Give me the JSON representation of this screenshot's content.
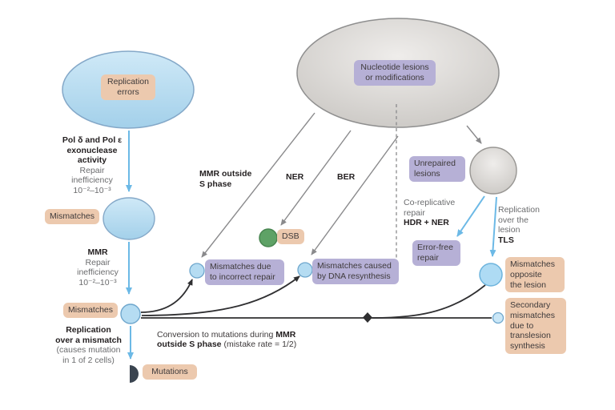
{
  "colors": {
    "tan_box": "#ecc9ae",
    "purple_box": "#b6b0d6",
    "blue_node_fill": "#b5dcf2",
    "blue_node_stroke": "#6fa7cd",
    "gray_node_fill": "#d9d6d2",
    "gray_node_stroke": "#8f8f8f",
    "green_node_fill": "#5ea266",
    "green_node_stroke": "#47854f",
    "blue_arrow": "#6cb9e6",
    "gray_arrow": "#8a8a8c",
    "black_line": "#2f2f31",
    "half_disc": "#3a4450",
    "bold_text": "#231f20",
    "gray_text": "#6b6c6e",
    "box_text": "#3e3a3b"
  },
  "nodes": {
    "replication_errors": {
      "label": "Replication\nerrors"
    },
    "nucleotide_lesions": {
      "label": "Nucleotide lesions\nor modifications"
    },
    "mismatches_1": {
      "label": "Mismatches"
    },
    "mismatches_2": {
      "label": "Mismatches"
    },
    "dsb": {
      "label": "DSB"
    },
    "mismatches_incorrect": {
      "label": "Mismatches due\nto incorrect repair"
    },
    "mismatches_resynthesis": {
      "label": "Mismatches caused\nby DNA resynthesis"
    },
    "unrepaired_lesions": {
      "label": "Unrepaired\nlesions"
    },
    "error_free_repair": {
      "label": "Error-free\nrepair"
    },
    "mismatches_opposite": {
      "label": "Mismatches\nopposite\nthe lesion"
    },
    "secondary_mismatches": {
      "label": "Secondary\nmismatches\ndue to\ntranslesion\nsynthesis"
    },
    "mutations": {
      "label": "Mutations"
    }
  },
  "annotations": {
    "pol_activity": {
      "bold": "Pol δ and Pol ε\nexonuclease\nactivity",
      "gray": "Repair\ninefficiency\n10⁻²–10⁻³"
    },
    "mmr": {
      "bold": "MMR",
      "gray": "Repair\ninefficiency\n10⁻²–10⁻³"
    },
    "replication_over_mismatch": {
      "bold": "Replication\nover a mismatch",
      "gray": "(causes mutation\nin 1 of 2 cells)"
    },
    "mmr_outside_s_phase": {
      "bold": "MMR outside\nS phase"
    },
    "ner": {
      "bold": "NER"
    },
    "ber": {
      "bold": "BER"
    },
    "co_replicative_repair": {
      "gray": "Co-replicative\nrepair",
      "bold": "HDR + NER"
    },
    "replication_over_lesion": {
      "gray": "Replication\nover the\nlesion",
      "bold": "TLS"
    },
    "conversion": {
      "pre": "Conversion to mutations during ",
      "bold": "MMR\noutside S phase",
      "post": " (mistake rate = 1/2)"
    }
  }
}
